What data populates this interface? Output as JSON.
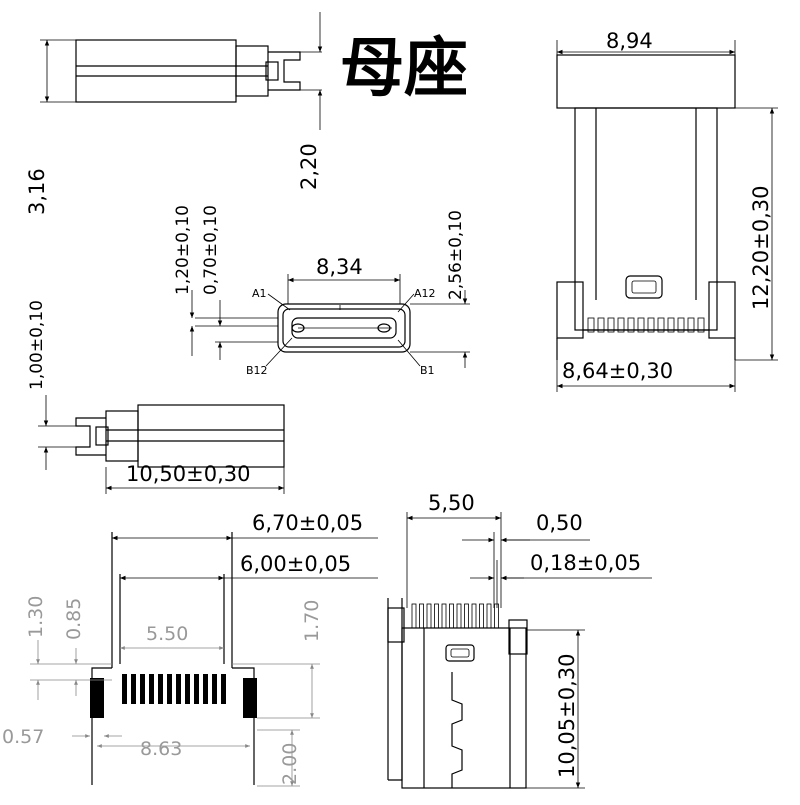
{
  "title": "母座",
  "dims": {
    "d_894": "8,94",
    "d_1220": "12,20±0,30",
    "d_864": "8,64±0,30",
    "d_316": "3,16",
    "d_220": "2,20",
    "d_120": "1,20±0,10",
    "d_070": "0,70±0,10",
    "d_834": "8,34",
    "d_256": "2,56±0,10",
    "d_100": "1,00±0,10",
    "d_1050": "10,50±0,30",
    "d_670": "6,70±0,05",
    "d_600": "6,00±0,05",
    "d_550a": "5,50",
    "d_050": "0,50",
    "d_018": "0,18±0,05",
    "d_1005": "10,05±0,30"
  },
  "pins": {
    "a1": "A1",
    "a12": "A12",
    "b12": "B12",
    "b1": "B1"
  },
  "footprint": {
    "d_130": "1.30",
    "d_085": "0.85",
    "d_550": "5.50",
    "d_170": "1.70",
    "d_057": "0.57",
    "d_863": "8.63",
    "d_200": "2.00"
  }
}
